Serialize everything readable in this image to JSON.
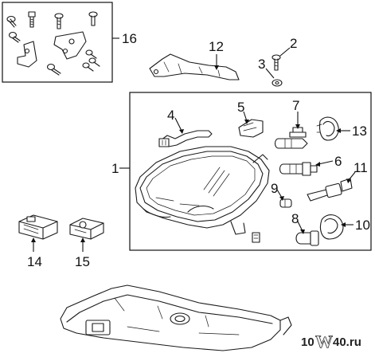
{
  "callouts": {
    "c1": "1",
    "c2": "2",
    "c3": "3",
    "c4": "4",
    "c5": "5",
    "c6": "6",
    "c7": "7",
    "c8": "8",
    "c9": "9",
    "c10": "10",
    "c11": "11",
    "c12": "12",
    "c13": "13",
    "c14": "14",
    "c15": "15",
    "c16": "16"
  },
  "watermark": {
    "prefix": "10",
    "mark": "W",
    "suffix": "40.ru"
  },
  "colors": {
    "line": "#1a1a1a",
    "background": "#ffffff"
  }
}
